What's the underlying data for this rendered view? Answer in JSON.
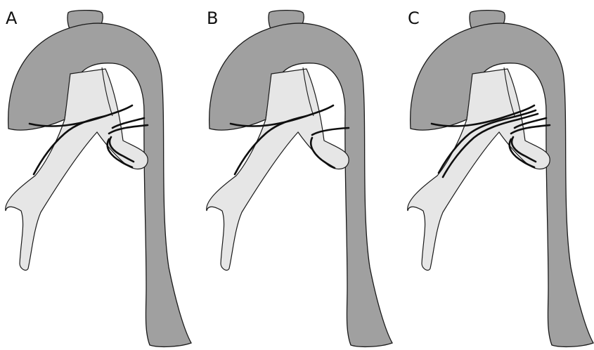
{
  "panels": [
    {
      "label": "A"
    },
    {
      "label": "B"
    },
    {
      "label": "C"
    }
  ],
  "colors": {
    "aorta": "#a0a0a0",
    "pulmonary": "#e6e6e6",
    "outline": "#1a1a1a",
    "nerve": "#0f0f0f",
    "background": "#ffffff"
  }
}
